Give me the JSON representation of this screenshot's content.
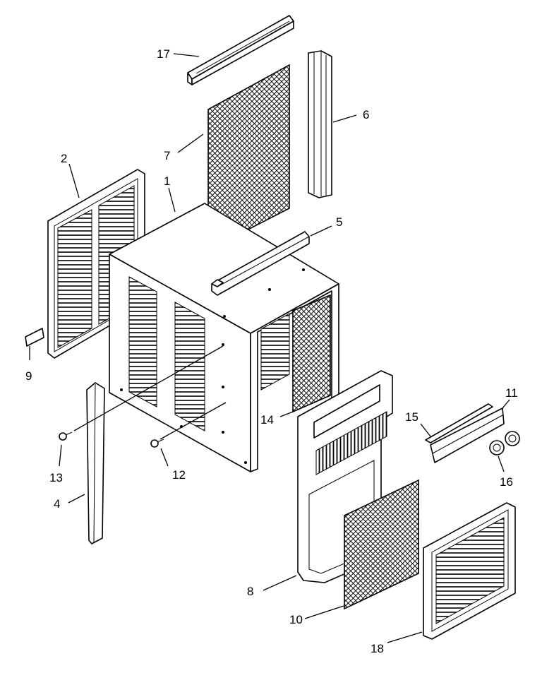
{
  "diagram": {
    "callouts": {
      "p1": "1",
      "p2": "2",
      "p4": "4",
      "p5": "5",
      "p6": "6",
      "p7": "7",
      "p8": "8",
      "p9": "9",
      "p10": "10",
      "p11": "11",
      "p12": "12",
      "p13": "13",
      "p14": "14",
      "p15": "15",
      "p16": "16",
      "p17": "17",
      "p18": "18"
    }
  }
}
